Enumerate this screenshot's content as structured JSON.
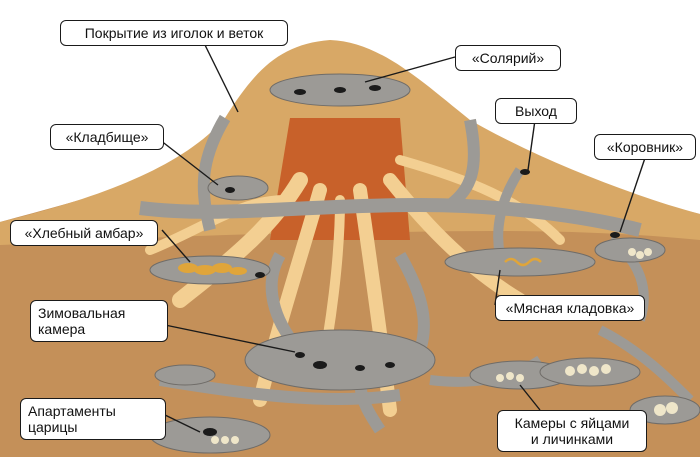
{
  "colors": {
    "sky": "#ffffff",
    "ground": "#c49059",
    "mound": "#d8a866",
    "tunnel": "#9c9a96",
    "tunnel_edge": "#6f6c68",
    "stump": "#c8612a",
    "roots": "#f3cf92",
    "ant": "#1b1b1b",
    "eggs": "#efe6c9",
    "grain": "#e0a53a",
    "label_border": "#1a1a1a"
  },
  "labels": {
    "cover": "Покрытие из иголок и веток",
    "solarium": "«Солярий»",
    "cemetery": "«Кладбище»",
    "exit": "Выход",
    "cowshed": "«Коровник»",
    "granary": "«Хлебный амбар»",
    "wintering": "Зимовальная\nкамера",
    "meat_pantry": "«Мясная кладовка»",
    "queen": "Апартаменты\nцарицы",
    "egg_chambers": "Камеры с яйцами\nи личинками"
  }
}
